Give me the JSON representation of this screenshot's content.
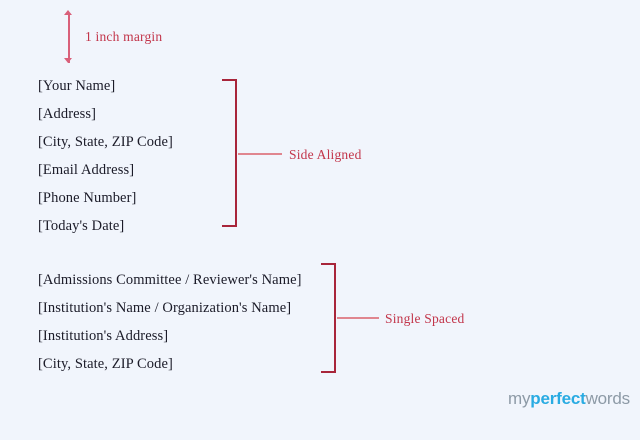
{
  "page": {
    "background_color": "#f1f5fc",
    "text_color": "#1b1b28",
    "annotation_color": "#c2354a",
    "bracket_color": "#a8253a",
    "arrow_color": "#d9607a",
    "connector_color": "#e0868f"
  },
  "margin_annotation": {
    "label": "1 inch margin",
    "arrow_icon": "double-headed-vertical-arrow"
  },
  "sender_block": {
    "lines": [
      "[Your Name]",
      "[Address]",
      "[City, State, ZIP Code]",
      "[Email Address]",
      "[Phone Number]",
      "[Today's Date]"
    ],
    "annotation": "Side Aligned"
  },
  "recipient_block": {
    "lines": [
      "[Admissions Committee / Reviewer's Name]",
      "[Institution's Name / Organization's Name]",
      "[Institution's Address]",
      "[City, State, ZIP Code]"
    ],
    "annotation": "Single Spaced"
  },
  "logo": {
    "part_one": "my",
    "part_two": "perfect",
    "part_three": "words",
    "accent_color": "#29abe2",
    "neutral_color": "#8d9aa6"
  }
}
